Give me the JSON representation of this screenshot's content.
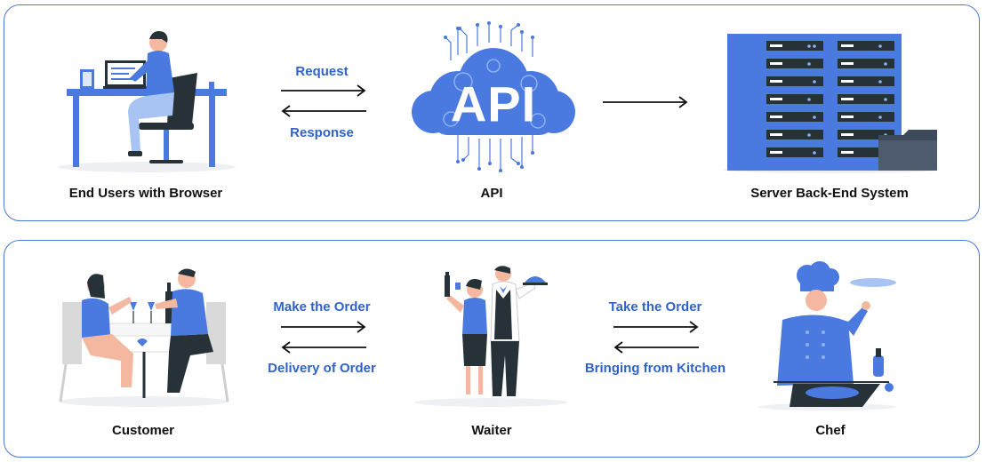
{
  "api_flow": {
    "nodes": [
      {
        "label": "End Users with Browser"
      },
      {
        "label": "API"
      },
      {
        "label": "Server Back-End System"
      }
    ],
    "arrows": {
      "request": "Request",
      "response": "Response"
    },
    "api_badge": "API"
  },
  "restaurant_flow": {
    "nodes": [
      {
        "label": "Customer"
      },
      {
        "label": "Waiter"
      },
      {
        "label": "Chef"
      }
    ],
    "arrows": {
      "make_order": "Make the Order",
      "delivery": "Delivery of Order",
      "take_order": "Take the Order",
      "bringing": "Bringing from Kitchen"
    }
  },
  "colors": {
    "accent": "#4a7ae0",
    "label_blue": "#2f63c9",
    "border": "#4a78d6",
    "dark": "#263238"
  }
}
